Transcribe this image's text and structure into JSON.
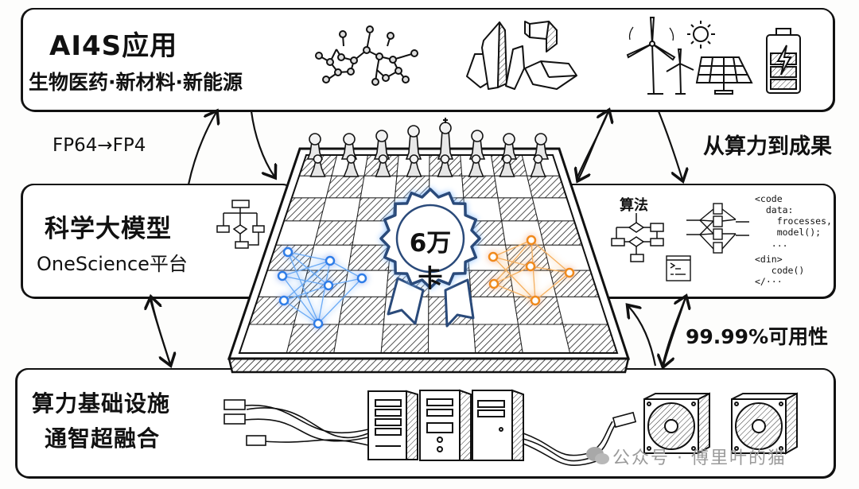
{
  "top_box": {
    "title": "AI4S应用",
    "subtitle": "生物医药·新材料·新能源",
    "icons": [
      "molecule-icon",
      "crystal-icon",
      "wind-turbine-icon",
      "sun-icon",
      "solar-panel-icon",
      "battery-charging-icon"
    ]
  },
  "middle_left_box": {
    "title": "科学大模型",
    "subtitle": "OneScience平台",
    "icons": [
      "flowchart-icon"
    ]
  },
  "middle_right_box": {
    "algo_label": "算法",
    "code_lines": [
      "<code",
      "  data:",
      "    frocesses,",
      "    model();",
      "   ...",
      "<din>",
      "   code()",
      "</···"
    ],
    "icons": [
      "algorithm-flowchart-icon",
      "neural-network-icon",
      "terminal-window-icon"
    ]
  },
  "bottom_box": {
    "title": "算力基础设施",
    "subtitle": "通智超融合",
    "icons": [
      "cable-icon",
      "server-tower-icon",
      "cooling-fan-icon"
    ]
  },
  "center": {
    "badge_text": "6万卡",
    "board": "chessboard",
    "left_network_color": "#2f7de8",
    "right_network_color": "#f08a1c",
    "badge_color": "#2a4a7a"
  },
  "arrows": {
    "left_upper_label": "FP64→FP4",
    "right_upper_label": "从算力到成果",
    "right_lower_label": "99.99%可用性"
  },
  "watermark": "公众号 · 傅里叶的猫"
}
